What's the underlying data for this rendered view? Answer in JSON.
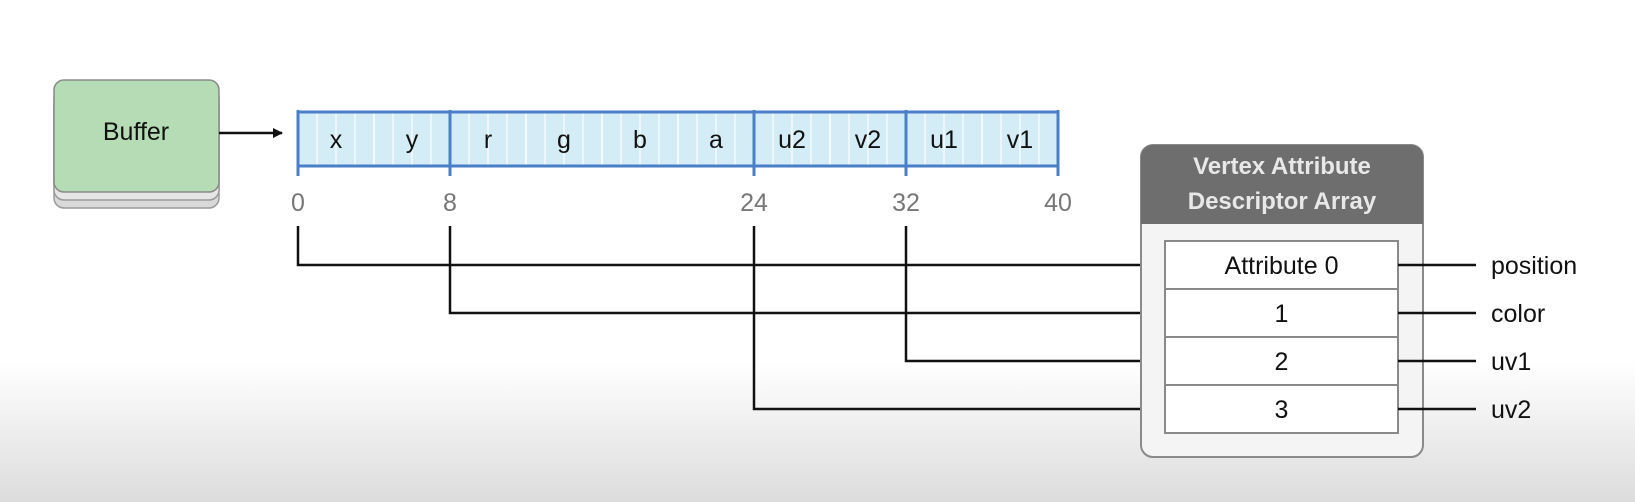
{
  "buffer": {
    "label": "Buffer"
  },
  "layout_fields": [
    {
      "label": "x"
    },
    {
      "label": "y"
    },
    {
      "label": "r"
    },
    {
      "label": "g"
    },
    {
      "label": "b"
    },
    {
      "label": "a"
    },
    {
      "label": "u2"
    },
    {
      "label": "v2"
    },
    {
      "label": "u1"
    },
    {
      "label": "v1"
    }
  ],
  "offsets": [
    "0",
    "8",
    "24",
    "32",
    "40"
  ],
  "descriptor": {
    "title_line1": "Vertex Attribute",
    "title_line2": "Descriptor Array",
    "rows": [
      {
        "label": "Attribute 0",
        "name": "position"
      },
      {
        "label": "1",
        "name": "color"
      },
      {
        "label": "2",
        "name": "uv1"
      },
      {
        "label": "3",
        "name": "uv2"
      }
    ]
  },
  "colors": {
    "buffer_fill": "#b6dcb6",
    "cell_fill": "#d3ecf6",
    "cell_border": "#4a7fc8",
    "header_fill": "#6e6e6e",
    "header_text": "#e8e8e8",
    "offset_text": "#777777",
    "line": "#111111"
  }
}
